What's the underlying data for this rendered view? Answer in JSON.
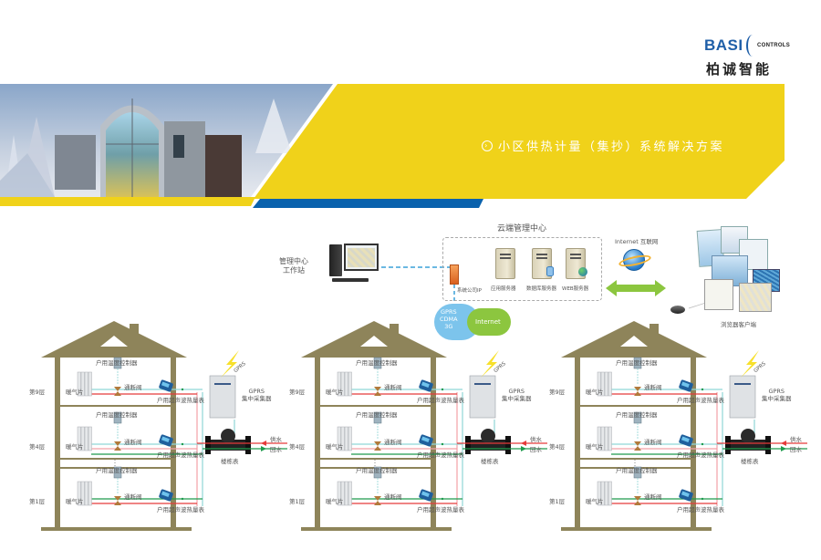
{
  "logo": {
    "brand": "BASI",
    "controls": "CONTROLS",
    "cn_name": "柏诚智能"
  },
  "banner": {
    "title": "小区供热计量（集抄）系统解决方案",
    "arrow_icon": "chevron-right-circle-icon",
    "colors": {
      "yellow": "#f0d21a",
      "blue": "#0a62ad"
    }
  },
  "network": {
    "workstation_label_1": "管理中心",
    "workstation_label_2": "工作站",
    "data_center_title": "云端管理中心",
    "firewall_label": "系统公司IP",
    "servers": [
      {
        "label": "应用服务器"
      },
      {
        "label": "数据库服务器"
      },
      {
        "label": "WEB服务器"
      }
    ],
    "internet_label": "Internet 互联网",
    "cloud_gprs": "GPRS",
    "cloud_cdma": "CDMA",
    "cloud_3g": "3G",
    "cloud_internet": "Internet",
    "client_label": "浏览器客户端"
  },
  "buildings": [
    {
      "floors": [
        {
          "floor_label": "第9层",
          "controller_label": "户用温度控制器",
          "radiator_label": "暖气片",
          "valve_label": "通断阀",
          "meter_label": "户用超声波热量表"
        },
        {
          "floor_label": "第4层",
          "controller_label": "户用温度控制器",
          "radiator_label": "暖气片",
          "valve_label": "通断阀",
          "meter_label": "户用超声波热量表"
        },
        {
          "floor_label": "第1层",
          "controller_label": "户用温度控制器",
          "radiator_label": "暖气片",
          "valve_label": "通断阀",
          "meter_label": "户用超声波热量表"
        }
      ],
      "signal_label": "GPRS",
      "collector_label_1": "GPRS",
      "collector_label_2": "集中采集器",
      "building_meter_label": "楼栋表",
      "supply_label": "供水",
      "return_label": "回水"
    },
    {
      "floors": [
        {
          "floor_label": "第9层",
          "controller_label": "户用温度控制器",
          "radiator_label": "暖气片",
          "valve_label": "通断阀",
          "meter_label": "户用超声波热量表"
        },
        {
          "floor_label": "第4层",
          "controller_label": "户用温度控制器",
          "radiator_label": "暖气片",
          "valve_label": "通断阀",
          "meter_label": "户用超声波热量表"
        },
        {
          "floor_label": "第1层",
          "controller_label": "户用温度控制器",
          "radiator_label": "暖气片",
          "valve_label": "通断阀",
          "meter_label": "户用超声波热量表"
        }
      ],
      "signal_label": "GPRS",
      "collector_label_1": "GPRS",
      "collector_label_2": "集中采集器",
      "building_meter_label": "楼栋表",
      "supply_label": "供水",
      "return_label": "回水"
    },
    {
      "floors": [
        {
          "floor_label": "第9层",
          "controller_label": "户用温度控制器",
          "radiator_label": "暖气片",
          "valve_label": "通断阀",
          "meter_label": "户用超声波热量表"
        },
        {
          "floor_label": "第4层",
          "controller_label": "户用温度控制器",
          "radiator_label": "暖气片",
          "valve_label": "通断阀",
          "meter_label": "户用超声波热量表"
        },
        {
          "floor_label": "第1层",
          "controller_label": "户用温度控制器",
          "radiator_label": "暖气片",
          "valve_label": "通断阀",
          "meter_label": "户用超声波热量表"
        }
      ],
      "signal_label": "GPRS",
      "collector_label_1": "GPRS",
      "collector_label_2": "集中采集器",
      "building_meter_label": "楼栋表",
      "supply_label": "供水",
      "return_label": "回水"
    }
  ]
}
